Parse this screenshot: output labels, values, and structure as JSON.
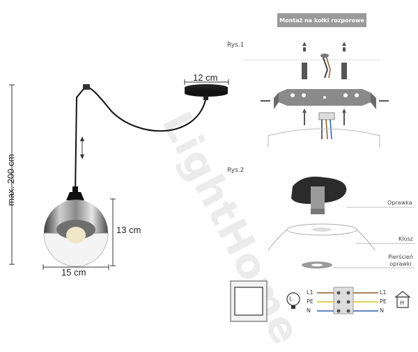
{
  "dimensions": {
    "max_height": "max. 200 cm",
    "canopy_width": "12 cm",
    "shade_height": "13 cm",
    "shade_width": "15 cm"
  },
  "mounting": {
    "header": "Montaż na kołki rozporowe",
    "fig1_label": "Rys.1",
    "fig2_label": "Rys.2",
    "parts": {
      "holder": "Oprawka",
      "shade": "Klosz",
      "ring": "Pierścień oprawki"
    }
  },
  "wiring": {
    "left": [
      "L1",
      "PE",
      "N"
    ],
    "right": [
      "L1",
      "PE",
      "N"
    ],
    "lamp_symbol": "L",
    "house_symbol": "H",
    "colors": {
      "L1": "#8b5a2b",
      "PE": "#d8c21a",
      "N": "#2a5db0"
    }
  },
  "watermark": "LightHome"
}
